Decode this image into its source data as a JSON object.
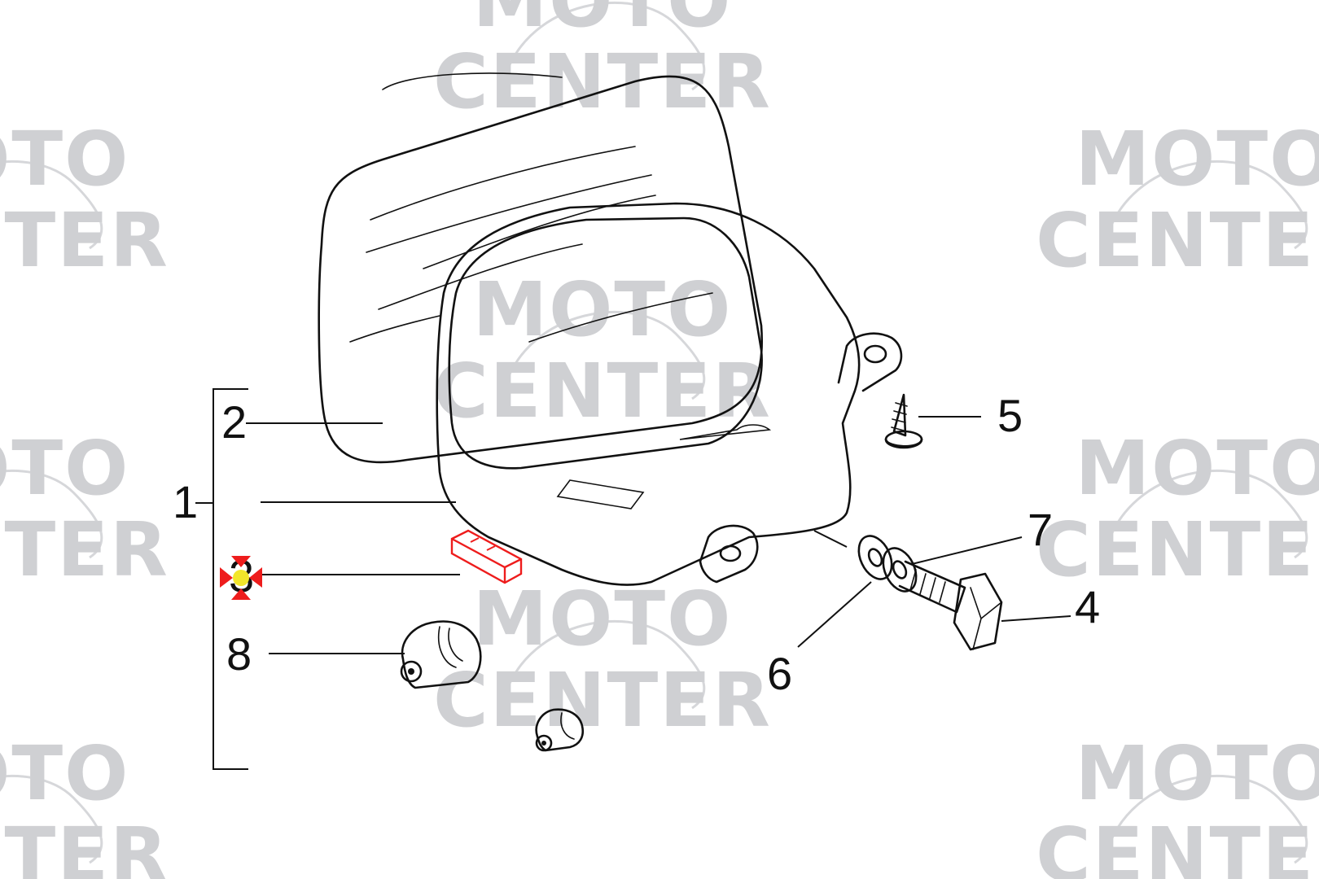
{
  "watermark": {
    "line1": "MOTO",
    "line2": "CENTER"
  },
  "callouts": {
    "c1": "1",
    "c2": "2",
    "c3": "3",
    "c4": "4",
    "c5": "5",
    "c6": "6",
    "c7": "7",
    "c8": "8"
  },
  "colors": {
    "ink": "#111111",
    "watermark": "#cfd0d3",
    "highlight": "#ee1c1c",
    "marker_center": "#f2e62b"
  }
}
